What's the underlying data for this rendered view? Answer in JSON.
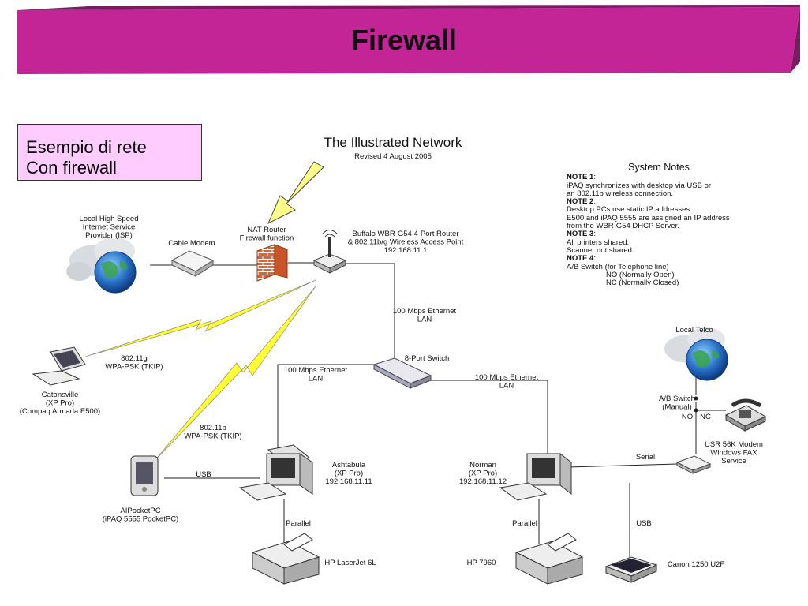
{
  "slide": {
    "title": "Firewall",
    "example_text": "Esempio di rete\nCon  firewall",
    "banner_color": "#c32596",
    "example_bg": "#ffccff"
  },
  "diagram": {
    "title": "The Illustrated Network",
    "subtitle": "Revised 4 August 2005",
    "labels": {
      "isp": [
        "Local High Speed",
        "Internet Service",
        "Provider (ISP)"
      ],
      "cable_modem": "Cable Modem",
      "nat_router": [
        "NAT Router",
        "Firewall function"
      ],
      "buffalo": [
        "Buffalo WBR-G54 4-Port Router",
        "& 802.11b/g Wireless Access Point",
        "192.168.11.1"
      ],
      "eth_top": [
        "100 Mbps Ethernet",
        "LAN"
      ],
      "switch": "8-Port Switch",
      "eth_left": [
        "100 Mbps Ethernet",
        "LAN"
      ],
      "eth_right": [
        "100 Mbps Ethernet",
        "LAN"
      ],
      "wifi_g": [
        "802.11g",
        "WPA-PSK (TKIP)"
      ],
      "wifi_b": [
        "802.11b",
        "WPA-PSK (TKIP)"
      ],
      "catonsville": [
        "Catonsville",
        "(XP Pro)",
        "(Compaq Armada E500)"
      ],
      "pocketpc": [
        "AIPocketPC",
        "(iPAQ 5555 PocketPC)"
      ],
      "usb_left": "USB",
      "ashtabula": [
        "Ashtabula",
        "(XP Pro)",
        "192.168.11.11"
      ],
      "parallel_left": "Parallel",
      "hp_laserjet": "HP LaserJet 6L",
      "norman": [
        "Norman",
        "(XP Pro)",
        "192.168.11.12"
      ],
      "parallel_right": "Parallel",
      "hp7960": "HP 7960",
      "usb_right": "USB",
      "canon": "Canon 1250 U2F",
      "serial": "Serial",
      "modem": [
        "USR 56K Modem",
        "Windows FAX",
        "Service"
      ],
      "local_telco": "Local Telco",
      "ab_switch": [
        "A/B Switch",
        "(Manual)"
      ],
      "no": "NO",
      "nc": "NC"
    },
    "notes": {
      "title": "System Notes",
      "items": [
        {
          "head": "NOTE 1",
          "lines": [
            "iPAQ synchronizes with desktop via USB or",
            "an 802.11b wireless connection."
          ]
        },
        {
          "head": "NOTE 2",
          "lines": [
            "Desktop PCs use static IP addresses",
            "E500 and iPAQ 5555 are assigned an IP address",
            "from the WBR-G54 DHCP Server."
          ]
        },
        {
          "head": "NOTE 3",
          "lines": [
            "All printers shared.",
            "Scanner not shared."
          ]
        },
        {
          "head": "NOTE 4",
          "lines": [
            "A/B Switch (for Telephone line)"
          ],
          "indented": [
            "NO (Normally Open)",
            "NC (Normally Closed)"
          ]
        }
      ]
    }
  }
}
